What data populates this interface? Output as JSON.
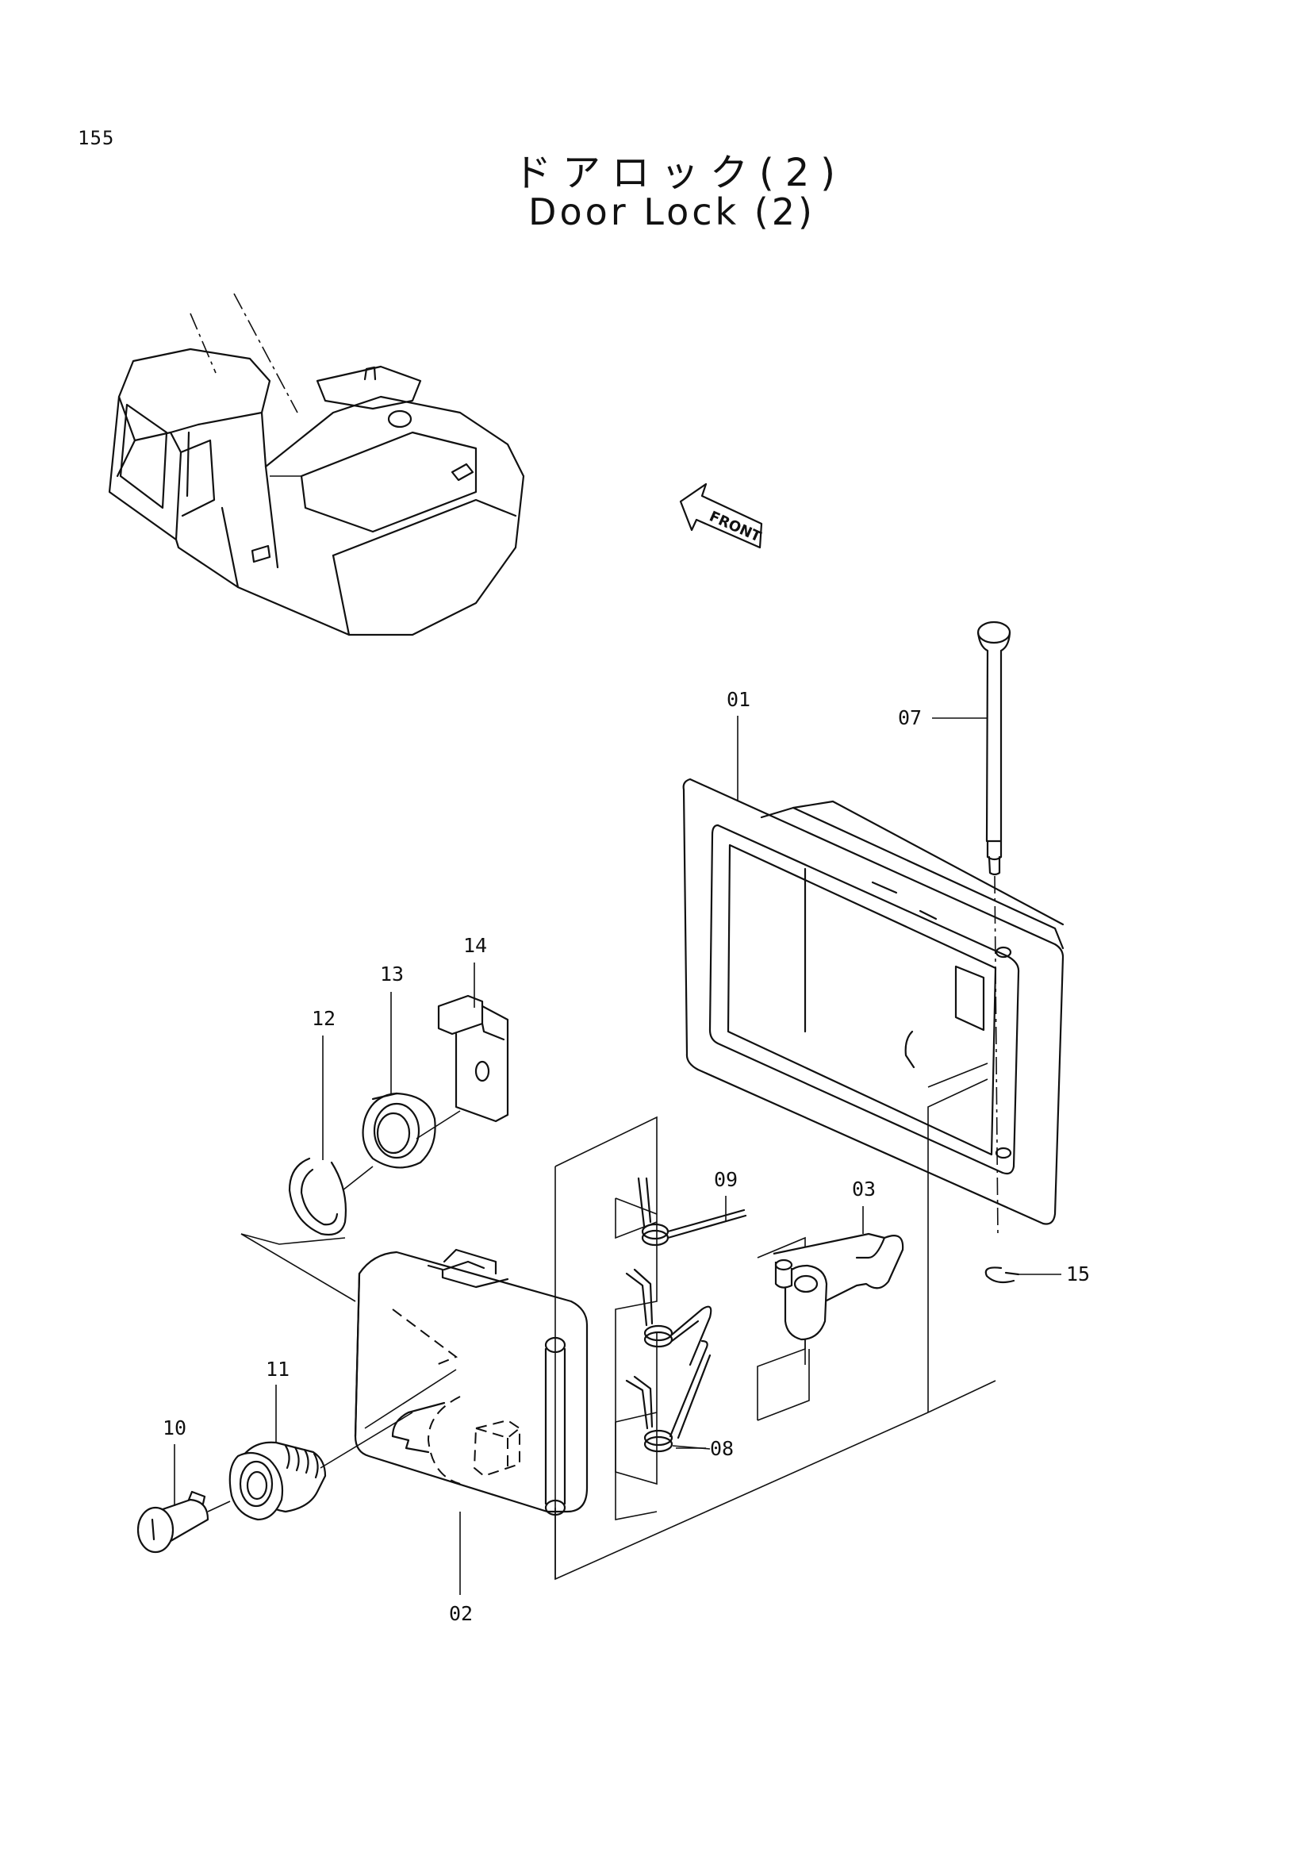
{
  "page_number": "155",
  "title_japanese": "ドアロック(2)",
  "title_english": "Door Lock (2)",
  "front_arrow_label": "FRONT",
  "part_labels": {
    "p01": "01",
    "p02": "02",
    "p03": "03",
    "p07": "07",
    "p08": "08",
    "p09": "09",
    "p10": "10",
    "p11": "11",
    "p12": "12",
    "p13": "13",
    "p14": "14",
    "p15": "15"
  }
}
